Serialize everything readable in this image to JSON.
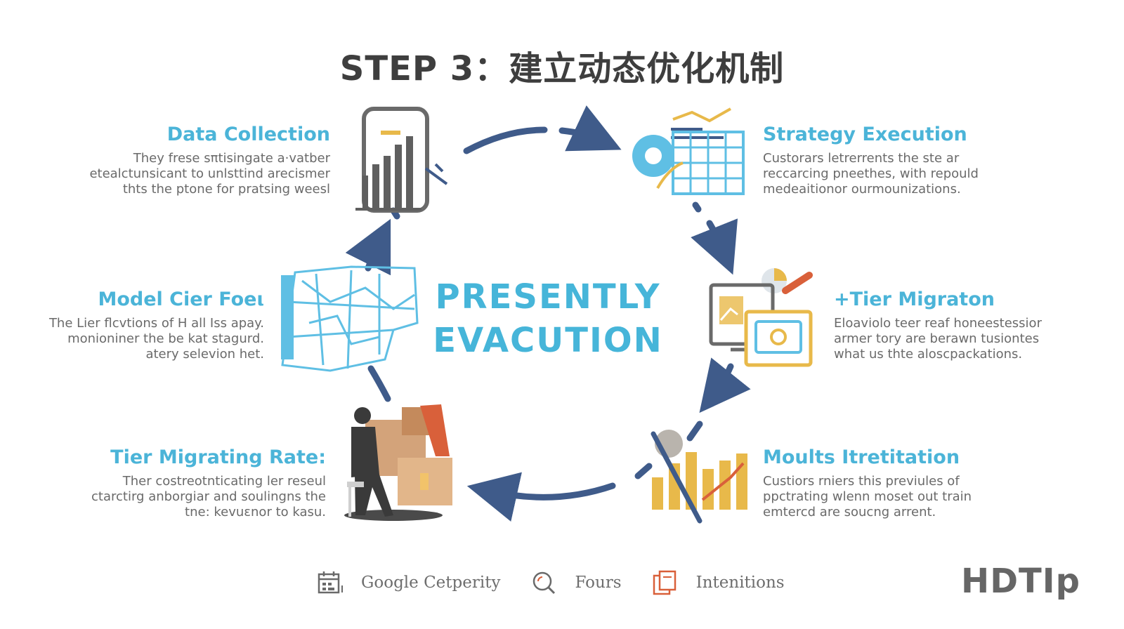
{
  "title": "STEP 3：建立动态优化机制",
  "center": {
    "line1": "PRESENTLY",
    "line2": "EVACUTION"
  },
  "steps": [
    {
      "heading": "Data Collection",
      "lines": [
        "They frese sπtisingate a·vatber",
        "etealctunsicant to unlsttind arecismer",
        "thts the ptone for pratsing weesl"
      ]
    },
    {
      "heading": "Strategy Execution",
      "lines": [
        "Custorars letrerrents the ste ar",
        "reccarcing pneethes, with repould",
        "medeaitionor ourmounizations."
      ]
    },
    {
      "heading": "+Tier Migraton",
      "lines": [
        "Eloaviolo teer reaf honeestessior",
        "armer tory are berawn tusiontes",
        "what us thte aloscpackations."
      ]
    },
    {
      "heading": "Moults Itretitation",
      "lines": [
        "Custiors rniers this previules of",
        "ppctrating wlenn moset out train",
        "emtercd are soucng arrent."
      ]
    },
    {
      "heading": "Tier Migrating Rate:",
      "lines": [
        "Ther costreotnticating ler reseul",
        "ctarctirg anborgiar and soulingns the",
        "tne: kevuεnor to kasu."
      ]
    },
    {
      "heading": "Model Cier Foeι",
      "lines": [
        "The Lier flcvtions of H all Iss apay.",
        "monioniner the be kat stagurd.",
        "atery selevion het."
      ]
    }
  ],
  "footer": [
    {
      "icon": "calendar-icon",
      "label": "Google Cetperity"
    },
    {
      "icon": "search-icon",
      "label": "Fours"
    },
    {
      "icon": "copy-icon",
      "label": "Intenitions"
    }
  ],
  "logo": "HDTIp",
  "colors": {
    "accent": "#4bb4d8",
    "arrow": "#3f5b8a",
    "gold": "#e8b94a",
    "grey": "#6a6a6a",
    "orange": "#d9603a"
  }
}
